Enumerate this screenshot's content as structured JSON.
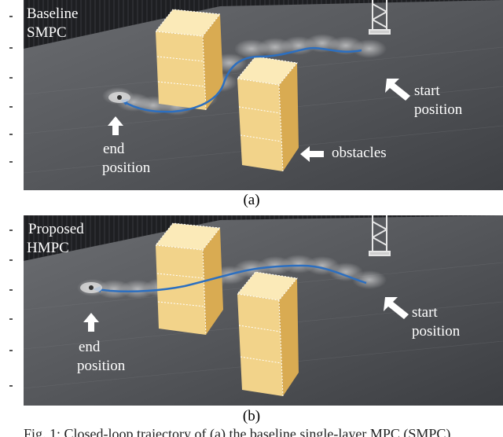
{
  "panel_a": {
    "method_line1": "Baseline",
    "method_line2": "SMPC",
    "start_line1": "start",
    "start_line2": "position",
    "end_line1": "end",
    "end_line2": "position",
    "obstacles": "obstacles",
    "sublabel": "(a)"
  },
  "panel_b": {
    "method_line1": "Proposed",
    "method_line2": "HMPC",
    "start_line1": "start",
    "start_line2": "position",
    "end_line1": "end",
    "end_line2": "position",
    "sublabel": "(b)"
  },
  "caption": "Fig. 1: Closed-loop trajectory of (a) the baseline single-layer MPC (SMPC)",
  "colors": {
    "trajectory": "#2c6fc0",
    "floor": "#56585c",
    "box_light": "#f4dc9a",
    "box_side": "#e2b85e",
    "label": "#ffffff"
  }
}
